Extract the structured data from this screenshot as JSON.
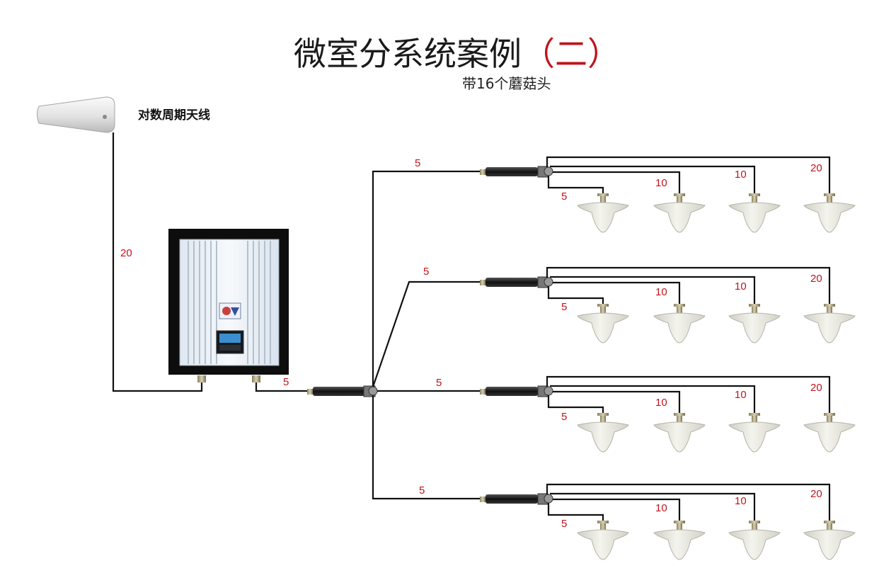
{
  "title": {
    "main": "微室分系统案例",
    "paren": "（二）",
    "subtitle": "带16个蘑菇头"
  },
  "antenna": {
    "label": "对数周期天线"
  },
  "colors": {
    "label_red": "#c0141c",
    "cable": "#111111",
    "title": "#1a1a1a"
  },
  "cables": {
    "antenna_feed": "20",
    "repeater_out": "5",
    "branches": [
      {
        "length": "5"
      },
      {
        "length": "5"
      },
      {
        "length": "5"
      },
      {
        "length": "5"
      }
    ]
  },
  "groups": [
    {
      "lengths": [
        "5",
        "10",
        "10",
        "20"
      ]
    },
    {
      "lengths": [
        "5",
        "10",
        "10",
        "20"
      ]
    },
    {
      "lengths": [
        "5",
        "10",
        "10",
        "20"
      ]
    },
    {
      "lengths": [
        "5",
        "10",
        "10",
        "20"
      ]
    }
  ]
}
